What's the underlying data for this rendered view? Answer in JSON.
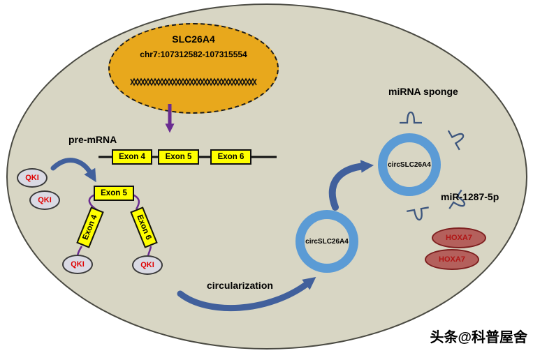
{
  "nucleus": {
    "gene_name": "SLC26A4",
    "locus": "chr7:107312582-107315554"
  },
  "pre_mrna": {
    "label": "pre-mRNA",
    "exon4": "Exon 4",
    "exon5": "Exon 5",
    "exon6": "Exon 6"
  },
  "splicing": {
    "exon4": "Exon 4",
    "exon5": "Exon 5",
    "exon6": "Exon 6"
  },
  "qki_label": "QKI",
  "circularization_label": "circularization",
  "circ_rna": {
    "circle1_label": "circSLC26A4",
    "circle2_label": "circSLC26A4"
  },
  "sponge": {
    "title": "miRNA sponge",
    "mirna": "miR-1287-5p"
  },
  "hoxa7_label": "HOXA7",
  "watermark": "头条@科普屋舍",
  "icons": [
    "dna-strand-icon",
    "mirna-hairpin-icon"
  ],
  "colors": {
    "cell_fill": "#d8d6c4",
    "nucleus_fill": "#e8a81c",
    "exon_fill": "#ffff00",
    "ring_blue": "#5b9bd5",
    "arrow_blue": "#41609c",
    "purple": "#6a2c91",
    "qki_fill": "#dadae4",
    "qki_text": "#e00000",
    "hoxa7_fill": "#b4605c",
    "hoxa7_border": "#7e2020"
  }
}
